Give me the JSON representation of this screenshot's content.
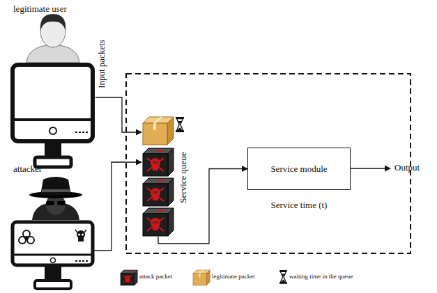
{
  "diagram": {
    "nodes": [
      {
        "text": [
          "legitimate user"
        ]
      },
      {
        "text": [
          "attacker"
        ]
      },
      {
        "text": [
          "Service queue"
        ]
      },
      {
        "text": [
          "Service module",
          "Service time (t)"
        ]
      }
    ],
    "edges": [
      {
        "from": 0,
        "to": 2,
        "arrow": "to"
      },
      {
        "from": 1,
        "to": 2,
        "arrow": "to"
      },
      {
        "from": 2,
        "to": 3,
        "arrow": "to"
      }
    ],
    "labels": [
      "Input packets",
      "Output"
    ],
    "legend": [
      {
        "text": "attack packet"
      },
      {
        "text": "legitimate packet"
      },
      {
        "text": "waiting time in the queue"
      }
    ]
  }
}
